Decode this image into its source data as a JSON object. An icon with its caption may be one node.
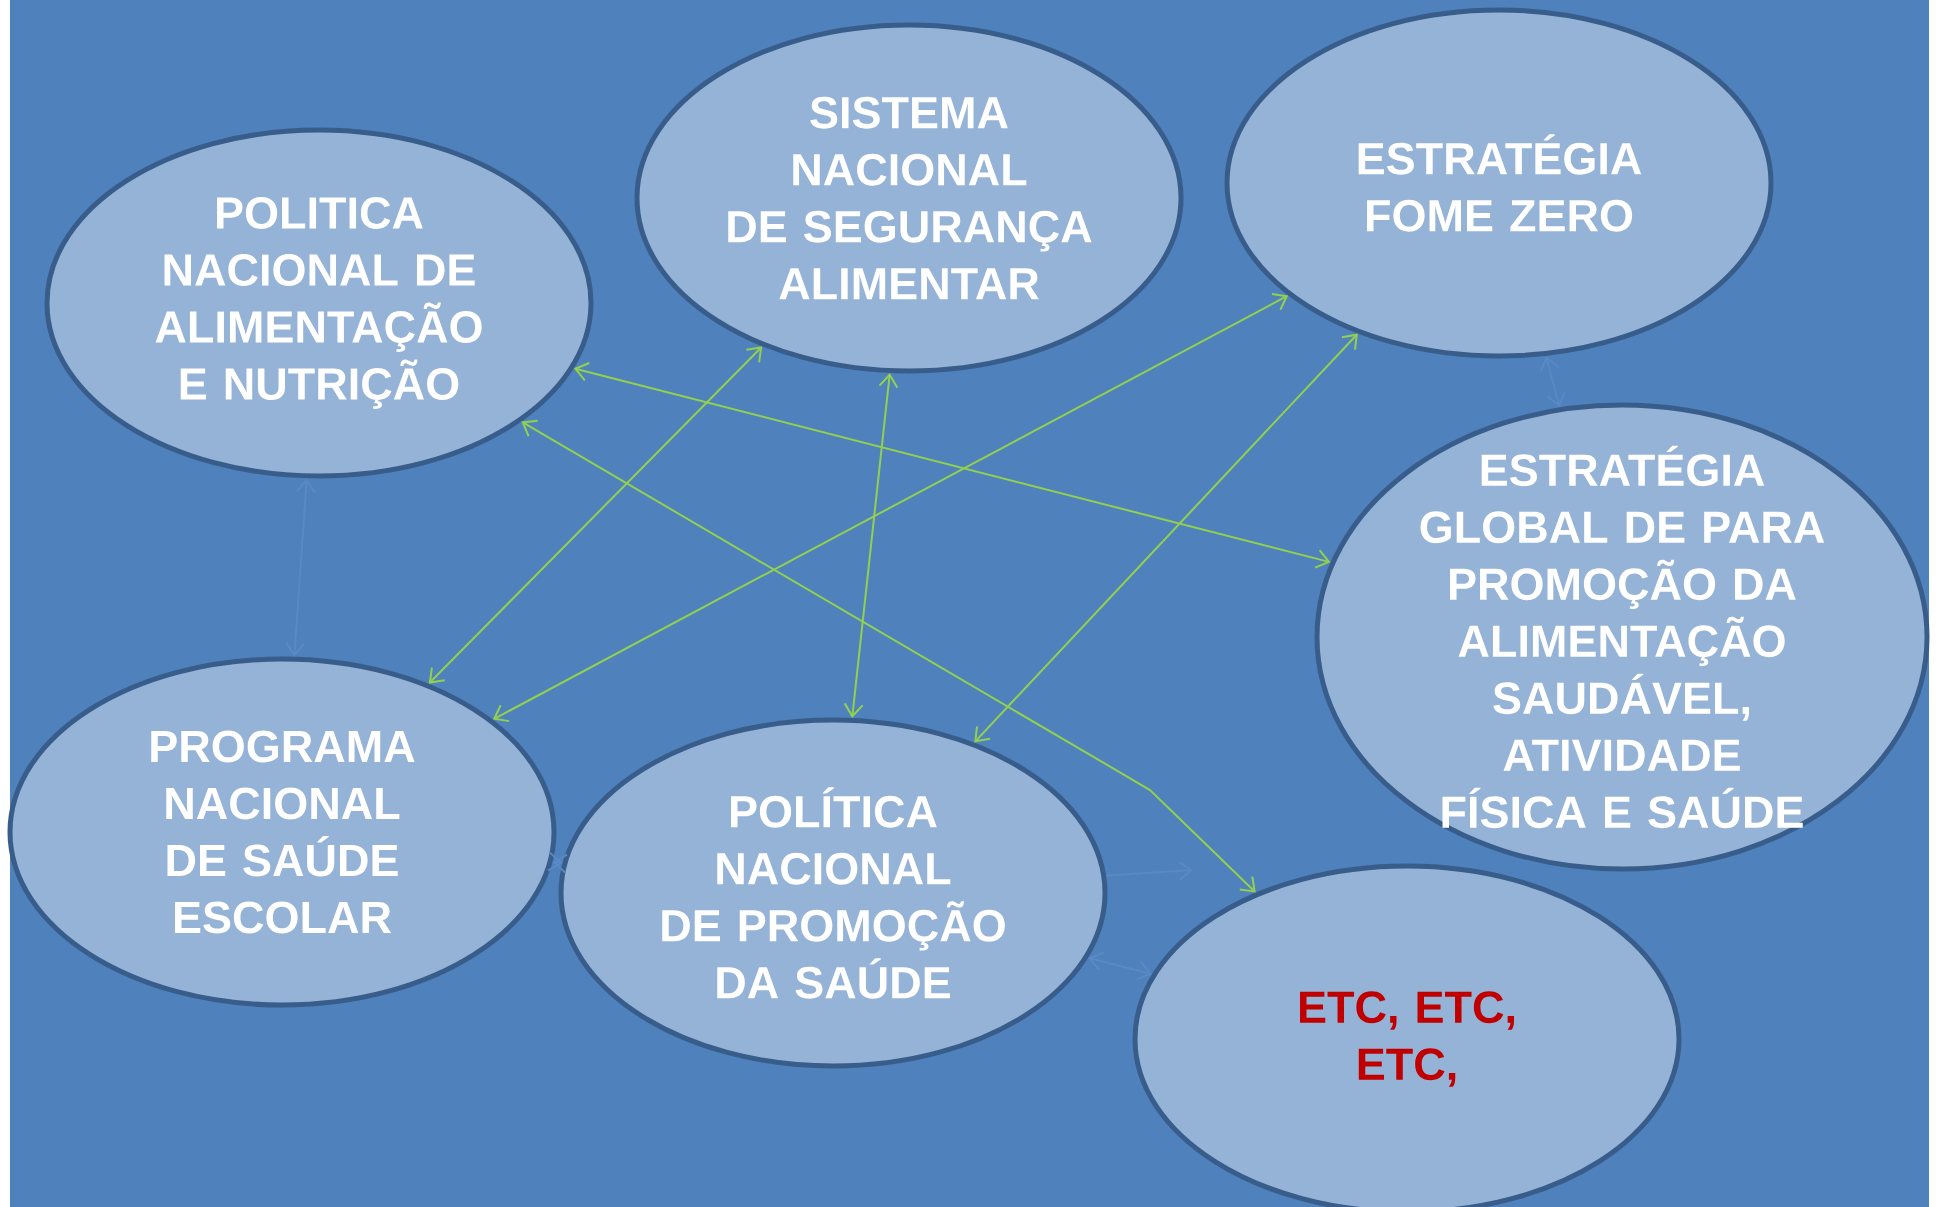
{
  "diagram": {
    "nodes": [
      {
        "text": [
          "POLITICA NACIONAL DE ALIMENTAÇÃO E NUTRIÇÃO"
        ]
      },
      {
        "text": [
          "SISTEMA NACIONAL DE SEGURANÇA ALIMENTAR"
        ]
      },
      {
        "text": [
          "ESTRATÉGIA FOME ZERO"
        ]
      },
      {
        "text": [
          "ESTRATÉGIA GLOBAL DE PARA PROMOÇÃO DA ALIMENTAÇÃO SAUDÁVEL, ATIVIDADE FÍSICA E SAÚDE"
        ]
      },
      {
        "text": [
          "PROGRAMA NACIONAL DE SAÚDE ESCOLAR"
        ]
      },
      {
        "text": [
          "POLÍTICA NACIONAL DE PROMOÇÃO DA SAÚDE"
        ]
      },
      {
        "text": [
          "ETC, ETC, ETC,"
        ]
      }
    ],
    "edges": [
      {
        "from": 0,
        "to": 6,
        "arrow": "both"
      },
      {
        "from": 1,
        "to": 4,
        "arrow": "both"
      },
      {
        "from": 0,
        "to": 3,
        "arrow": "both"
      },
      {
        "from": 1,
        "to": 5,
        "arrow": "both"
      },
      {
        "from": 2,
        "to": 4,
        "arrow": "both"
      },
      {
        "from": 2,
        "to": 5,
        "arrow": "both"
      },
      {
        "from": 0,
        "to": 4,
        "arrow": "both",
        "color": "#5a89c4"
      },
      {
        "from": 2,
        "to": 3,
        "arrow": "both",
        "color": "#5a89c4"
      },
      {
        "from": 5,
        "to": null,
        "arrow": "to",
        "color": "#5a89c4"
      },
      {
        "from": 4,
        "to": 5,
        "arrow": "both",
        "color": "#5a89c4"
      },
      {
        "from": 5,
        "to": 6,
        "arrow": "both",
        "color": "#5a89c4"
      }
    ]
  }
}
